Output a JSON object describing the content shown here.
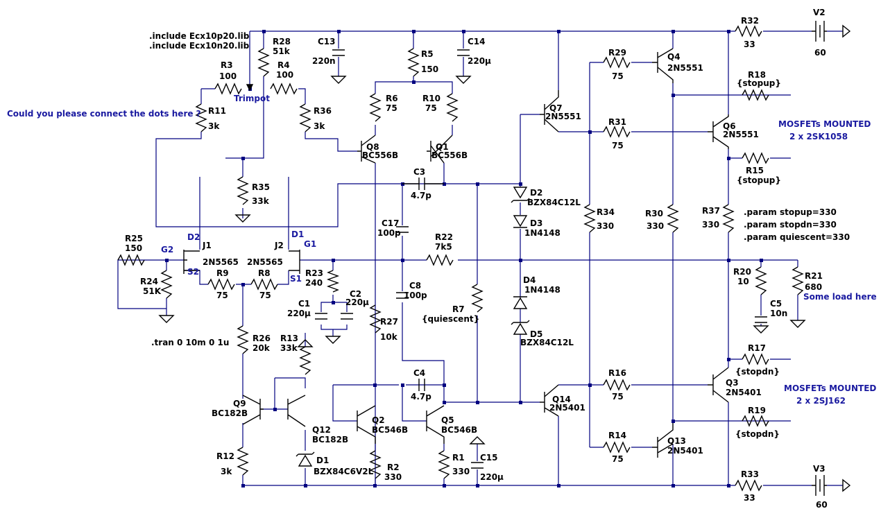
{
  "directives": {
    "include1": ".include Ecx10p20.lib",
    "include2": ".include Ecx10n20.lib",
    "tran": ".tran 0 10m 0 1u",
    "param1": ".param stopup=330",
    "param2": ".param stopdn=330",
    "param3": ".param quiescent=330"
  },
  "notes": {
    "question": "Could you please connect the dots here ?",
    "trimpot": "Trimpot",
    "mos_up_1": "MOSFETs MOUNTED",
    "mos_up_2": "2 x 2SK1058",
    "mos_dn_1": "MOSFETs MOUNTED",
    "mos_dn_2": "2 x 2SJ162",
    "load": "Some load here"
  },
  "nets": {
    "d2": "D2",
    "s2": "S2",
    "g2": "G2",
    "d1": "D1",
    "g1": "G1",
    "s1": "S1"
  },
  "resistors": {
    "R28": {
      "name": "R28",
      "value": "51k"
    },
    "R3": {
      "name": "R3",
      "value": "100"
    },
    "R4": {
      "name": "R4",
      "value": "100"
    },
    "R11": {
      "name": "R11",
      "value": "3k"
    },
    "R36": {
      "name": "R36",
      "value": "3k"
    },
    "R35": {
      "name": "R35",
      "value": "33k"
    },
    "R5": {
      "name": "R5",
      "value": "150"
    },
    "R6": {
      "name": "R6",
      "value": "75"
    },
    "R10": {
      "name": "R10",
      "value": "75"
    },
    "R29": {
      "name": "R29",
      "value": "75"
    },
    "R31": {
      "name": "R31",
      "value": "75"
    },
    "R32": {
      "name": "R32",
      "value": "33"
    },
    "R18": {
      "name": "R18",
      "value": "{stopup}"
    },
    "R15": {
      "name": "R15",
      "value": "{stopup}"
    },
    "R34": {
      "name": "R34",
      "value": "330"
    },
    "R30": {
      "name": "R30",
      "value": "330"
    },
    "R37": {
      "name": "R37",
      "value": "330"
    },
    "R25": {
      "name": "R25",
      "value": "150"
    },
    "R24": {
      "name": "R24",
      "value": "51K"
    },
    "R9": {
      "name": "R9",
      "value": "75"
    },
    "R8": {
      "name": "R8",
      "value": "75"
    },
    "R23": {
      "name": "R23",
      "value": "240"
    },
    "R22": {
      "name": "R22",
      "value": "7k5"
    },
    "R7": {
      "name": "R7",
      "value": "{quiescent}"
    },
    "R27": {
      "name": "R27",
      "value": "10k"
    },
    "R26": {
      "name": "R26",
      "value": "20k"
    },
    "R13": {
      "name": "R13",
      "value": "33k"
    },
    "R12": {
      "name": "R12",
      "value": "3k"
    },
    "R2": {
      "name": "R2",
      "value": "330"
    },
    "R1": {
      "name": "R1",
      "value": "330"
    },
    "R20": {
      "name": "R20",
      "value": "10"
    },
    "R21": {
      "name": "R21",
      "value": "680"
    },
    "R17": {
      "name": "R17",
      "value": "{stopdn}"
    },
    "R19": {
      "name": "R19",
      "value": "{stopdn}"
    },
    "R16": {
      "name": "R16",
      "value": "75"
    },
    "R14": {
      "name": "R14",
      "value": "75"
    },
    "R33": {
      "name": "R33",
      "value": "33"
    }
  },
  "capacitors": {
    "C13": {
      "name": "C13",
      "value": "220n"
    },
    "C14": {
      "name": "C14",
      "value": "220µ"
    },
    "C3": {
      "name": "C3",
      "value": "4.7p"
    },
    "C17": {
      "name": "C17",
      "value": "100p"
    },
    "C8": {
      "name": "C8",
      "value": "100p"
    },
    "C1": {
      "name": "C1",
      "value": "220µ"
    },
    "C2": {
      "name": "C2",
      "value": "220µ"
    },
    "C4": {
      "name": "C4",
      "value": "4.7p"
    },
    "C15": {
      "name": "C15",
      "value": "220µ"
    },
    "C5": {
      "name": "C5",
      "value": "10n"
    }
  },
  "transistors": {
    "Q4": {
      "name": "Q4",
      "model": "2N5551"
    },
    "Q7": {
      "name": "Q7",
      "model": "2N5551"
    },
    "Q6": {
      "name": "Q6",
      "model": "2N5551"
    },
    "Q8": {
      "name": "Q8",
      "model": "BC556B"
    },
    "Q1": {
      "name": "Q1",
      "model": "BC556B"
    },
    "J1": {
      "name": "J1",
      "model": "2N5565"
    },
    "J2": {
      "name": "J2",
      "model": "2N5565"
    },
    "Q9": {
      "name": "Q9",
      "model": "BC182B"
    },
    "Q12": {
      "name": "Q12",
      "model": "BC182B"
    },
    "Q2": {
      "name": "Q2",
      "model": "BC546B"
    },
    "Q5": {
      "name": "Q5",
      "model": "BC546B"
    },
    "Q14": {
      "name": "Q14",
      "model": "2N5401"
    },
    "Q3": {
      "name": "Q3",
      "model": "2N5401"
    },
    "Q13": {
      "name": "Q13",
      "model": "2N5401"
    }
  },
  "diodes": {
    "D2": {
      "name": "D2",
      "model": "BZX84C12L"
    },
    "D3": {
      "name": "D3",
      "model": "1N4148"
    },
    "D4": {
      "name": "D4",
      "model": "1N4148"
    },
    "D5": {
      "name": "D5",
      "model": "BZX84C12L"
    },
    "D1": {
      "name": "D1",
      "model": "BZX84C6V2L"
    }
  },
  "sources": {
    "V2": {
      "name": "V2",
      "value": "60"
    },
    "V3": {
      "name": "V3",
      "value": "60"
    }
  }
}
